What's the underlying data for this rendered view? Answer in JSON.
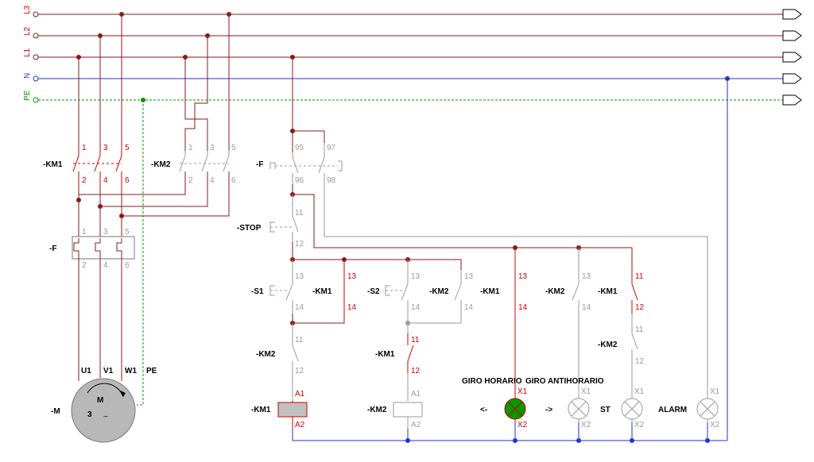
{
  "lines": {
    "l3": "L3",
    "l2": "L2",
    "l1": "L1",
    "n": "N",
    "pe": "PE"
  },
  "colors": {
    "phase": "#8b1a1a",
    "active": "#cc0000",
    "inactive": "#9a9a9a",
    "neutral": "#2233cc",
    "earth": "#009900"
  },
  "power": {
    "km1": {
      "ref": "-KM1",
      "top": [
        "1",
        "3",
        "5"
      ],
      "bottom": [
        "2",
        "4",
        "6"
      ]
    },
    "km2": {
      "ref": "-KM2",
      "top": [
        "1",
        "3",
        "5"
      ],
      "bottom": [
        "2",
        "4",
        "6"
      ]
    },
    "overload": {
      "ref": "-F",
      "top": [
        "1",
        "3",
        "5"
      ],
      "bottom": [
        "2",
        "4",
        "6"
      ]
    },
    "motor": {
      "ref": "-M",
      "terminals": [
        "U1",
        "V1",
        "W1",
        "PE"
      ],
      "symbol": "M",
      "phases": "3",
      "ac": "~"
    }
  },
  "control": {
    "f_contacts": {
      "ref": "-F",
      "nc_top": "95",
      "nc_bottom": "96",
      "no_top": "97",
      "no_bottom": "98"
    },
    "stop": {
      "ref": "-STOP",
      "top": "11",
      "bottom": "12"
    },
    "s1": {
      "ref": "-S1",
      "top": "13",
      "bottom": "14"
    },
    "km1_hold": {
      "ref": "-KM1",
      "top": "13",
      "bottom": "14"
    },
    "s2": {
      "ref": "-S2",
      "top": "13",
      "bottom": "14"
    },
    "km2_hold": {
      "ref": "-KM2",
      "top": "13",
      "bottom": "14"
    },
    "km2_interlock": {
      "ref": "-KM2",
      "top": "11",
      "bottom": "12"
    },
    "km1_interlock": {
      "ref": "-KM1",
      "top": "11",
      "bottom": "12"
    },
    "km1_coil": {
      "ref": "-KM1",
      "a1": "A1",
      "a2": "A2"
    },
    "km2_coil": {
      "ref": "-KM2",
      "a1": "A1",
      "a2": "A2"
    },
    "lamp_km1": {
      "ref": "-KM1",
      "top": "13",
      "bottom": "14",
      "x1": "X1",
      "x2": "X2",
      "title": "GIRO HORARIO",
      "arrow": "<-"
    },
    "lamp_km2": {
      "ref": "-KM2",
      "top": "13",
      "bottom": "14",
      "x1": "X1",
      "x2": "X2",
      "title": "GIRO ANTIHORARIO",
      "arrow": "->"
    },
    "lamp_st": {
      "top_km2": "-KM2",
      "top_km1": "-KM1",
      "c1_top": "11",
      "c1_bottom": "12",
      "c2_top": "11",
      "c2_bottom": "12",
      "x1": "X1",
      "x2": "X2",
      "label": "ST"
    },
    "lamp_alarm": {
      "x1": "X1",
      "x2": "X2",
      "label": "ALARM"
    }
  }
}
